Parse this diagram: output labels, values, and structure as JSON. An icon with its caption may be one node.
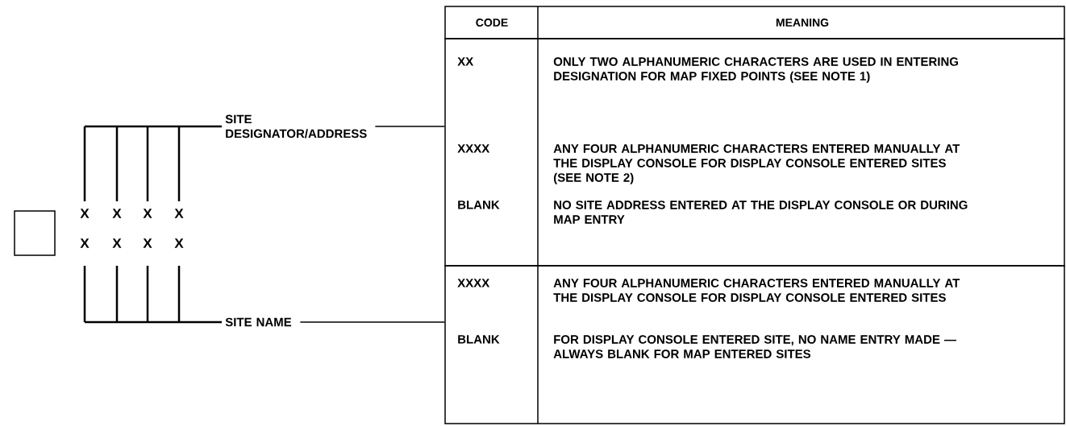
{
  "diagram": {
    "nodes": [
      {
        "text": [
          "SITE DESIGNATOR/ADDRESS"
        ]
      },
      {
        "text": [
          "SITE NAME"
        ]
      },
      {
        "text": [],
        "shape": "box"
      },
      {
        "text": [],
        "shape": "box"
      }
    ],
    "edges": [
      {
        "from": 0,
        "to": 2,
        "arrow": "none"
      },
      {
        "from": 1,
        "to": 3,
        "arrow": "none"
      }
    ],
    "labels": [
      "X",
      "X",
      "X",
      "X",
      "X",
      "X",
      "X",
      "X",
      "CODE",
      "MEANING",
      "XX",
      "ONLY TWO ALPHANUMERIC CHARACTERS ARE USED IN ENTERING DESIGNATION FOR MAP FIXED POINTS (SEE NOTE 1)",
      "XXXX",
      "ANY FOUR ALPHANUMERIC CHARACTERS ENTERED MANUALLY AT THE DISPLAY CONSOLE FOR DISPLAY CONSOLE ENTERED SITES (SEE NOTE 2)",
      "BLANK",
      "NO SITE ADDRESS ENTERED AT THE DISPLAY CONSOLE OR DURING MAP ENTRY",
      "XXXX",
      "ANY FOUR ALPHANUMERIC CHARACTERS ENTERED MANUALLY AT THE DISPLAY CONSOLE FOR DISPLAY CONSOLE ENTERED SITES",
      "BLANK",
      "FOR DISPLAY CONSOLE ENTERED SITE, NO NAME ENTRY MADE — ALWAYS BLANK FOR MAP ENTERED SITES"
    ]
  }
}
